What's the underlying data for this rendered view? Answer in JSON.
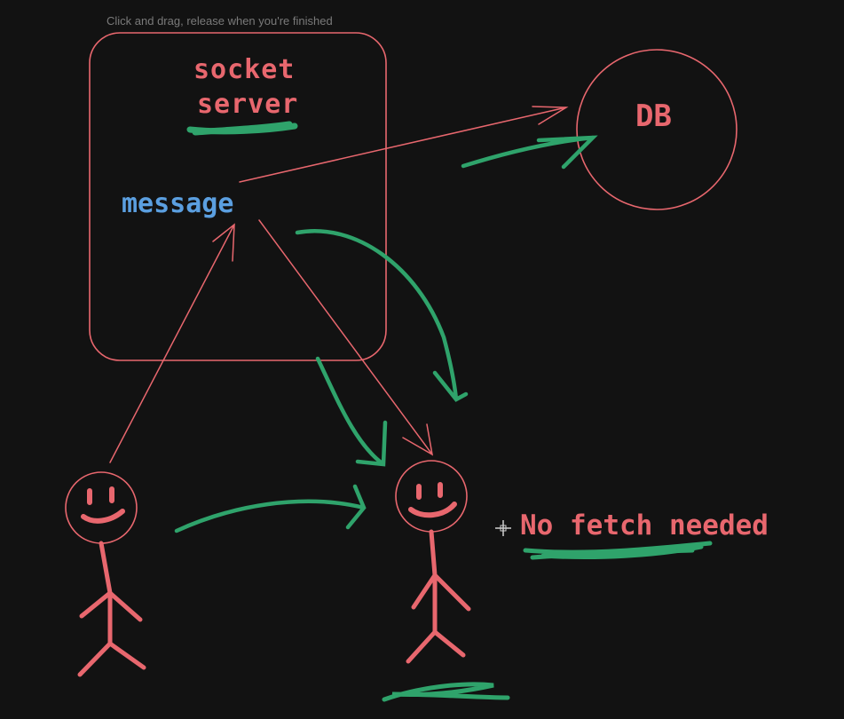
{
  "toolbar": {
    "hint": "Click and drag, release when you're finished"
  },
  "diagram": {
    "server_label_line1": "socket",
    "server_label_line2": "server",
    "message_label": "message",
    "db_label": "DB",
    "note_label": "No fetch needed"
  },
  "colors": {
    "background": "#121212",
    "stroke_red": "#e8676e",
    "stroke_green": "#2fa36b",
    "text_blue": "#5b9fe0",
    "hint_gray": "#7a7a7a"
  },
  "icons": [
    "crosshair-cursor-icon",
    "smiley-face-icon"
  ]
}
